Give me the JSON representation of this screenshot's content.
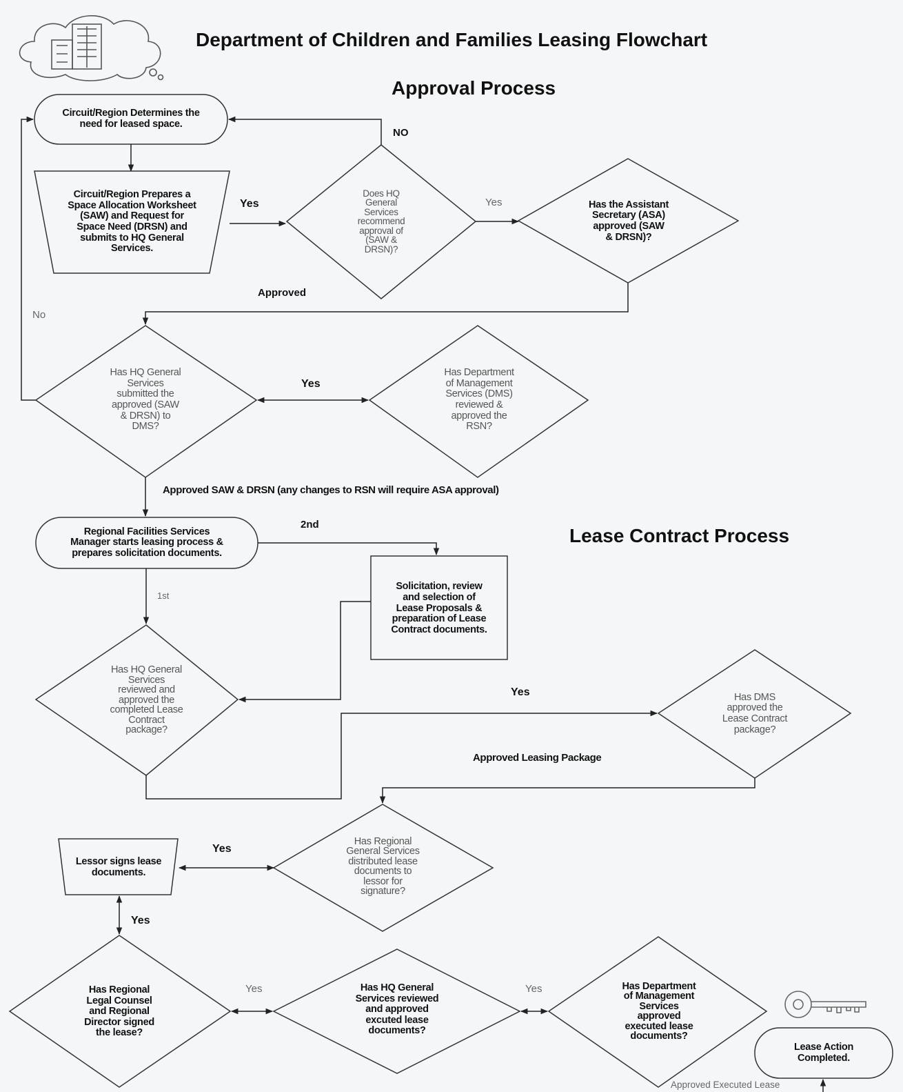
{
  "header": {
    "title": "Department of Children and Families Leasing Flowchart",
    "section_approval": "Approval Process",
    "section_lease": "Lease Contract Process"
  },
  "nodes": {
    "n1": "Circuit/Region Determines the\nneed for leased space.",
    "n2": "Circuit/Region Prepares a\nSpace Allocation Worksheet\n(SAW) and Request for\nSpace Need (DRSN) and\nsubmits to HQ General\nServices.",
    "n3": "Does HQ\nGeneral\nServices\nrecommend\napproval of\n(SAW &\nDRSN)?",
    "n4": "Has the Assistant\nSecretary (ASA)\napproved (SAW\n& DRSN)?",
    "n5": "Has HQ General\nServices\nsubmitted the\napproved (SAW\n& DRSN) to\nDMS?",
    "n6": "Has Department\nof Management\nServices (DMS)\nreviewed &\napproved the\nRSN?",
    "n7": "Regional Facilities Services\nManager starts leasing process &\nprepares solicitation documents.",
    "n8": "Solicitation, review\nand selection of\nLease Proposals &\npreparation of Lease\nContract documents.",
    "n9": "Has HQ General\nServices\nreviewed and\napproved the\ncompleted Lease\nContract\npackage?",
    "n10": "Has DMS\napproved the\nLease Contract\npackage?",
    "n11": "Has Regional\nGeneral Services\ndistributed lease\ndocuments to\nlessor for\nsignature?",
    "n12": "Lessor signs lease\ndocuments.",
    "n13": "Has Regional\nLegal Counsel\nand Regional\nDirector signed\nthe lease?",
    "n14": "Has HQ General\nServices reviewed\nand approved\nexcuted lease\ndocuments?",
    "n15": "Has Department\nof Management\nServices\napproved\nexecuted lease\ndocuments?",
    "n16": "Lease Action\nCompleted."
  },
  "edge_labels": {
    "no_top": "NO",
    "yes_saw": "Yes",
    "yes_asa": "Yes",
    "approved": "Approved",
    "no_left": "No",
    "yes_dms": "Yes",
    "approved_saw": "Approved SAW & DRSN (any changes to RSN will require ASA approval)",
    "second": "2nd",
    "first": "1st",
    "yes_dms_lease": "Yes",
    "approved_pkg": "Approved Leasing Package",
    "yes_lessor": "Yes",
    "yes_legal": "Yes",
    "yes_hq": "Yes",
    "yes_dms_exec": "Yes",
    "approved_exec": "Approved  Executed Lease"
  },
  "icons": [
    "building-cloud-icon",
    "key-icon"
  ]
}
